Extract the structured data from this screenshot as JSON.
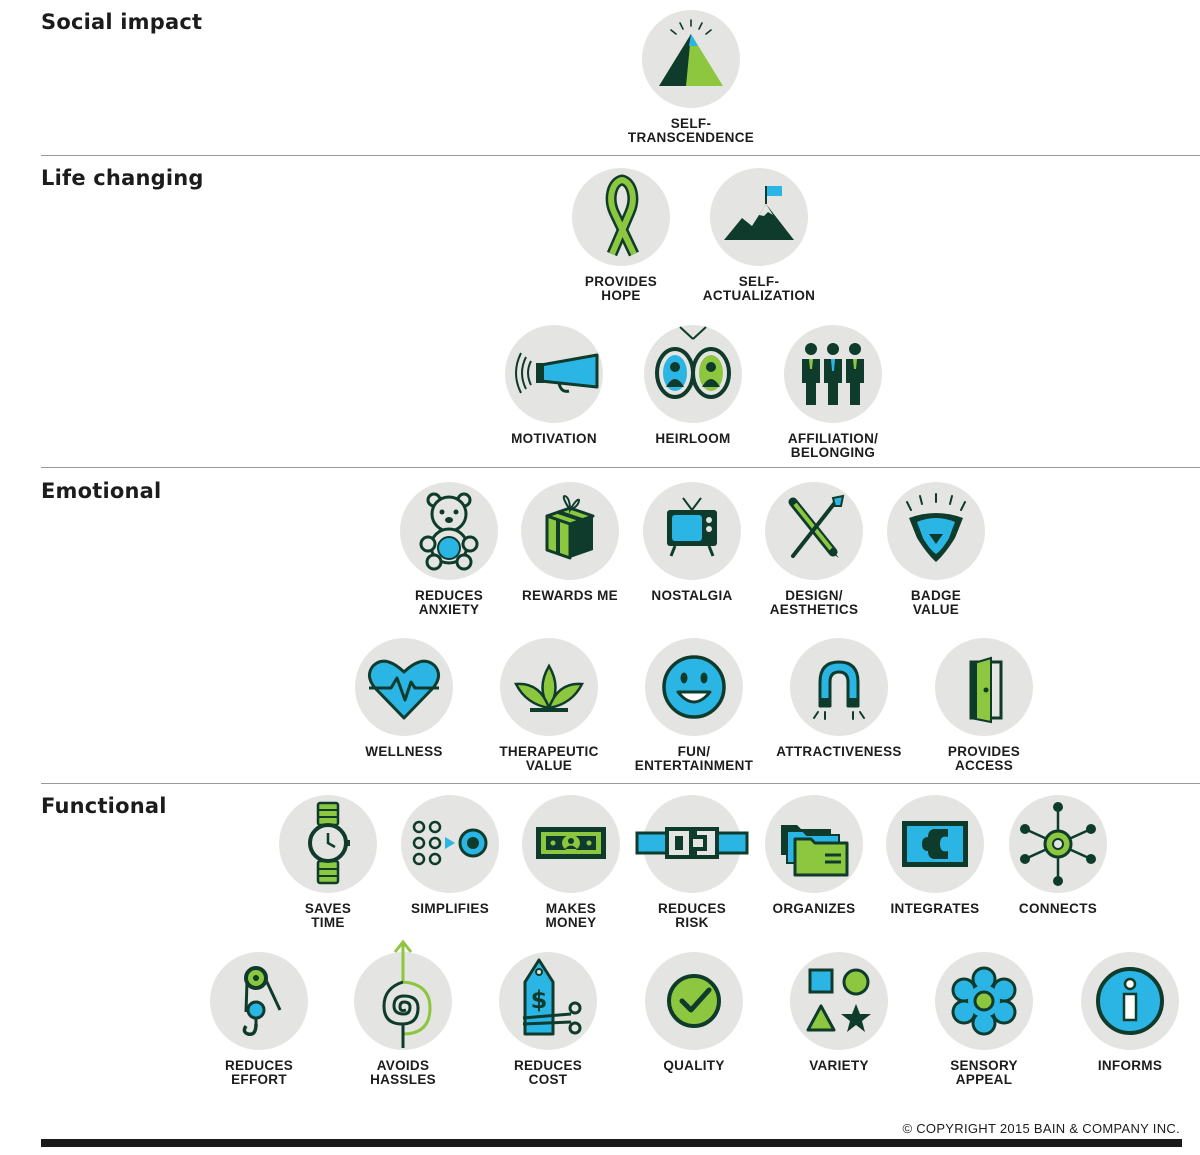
{
  "sections": {
    "social_impact": "Social impact",
    "life_changing": "Life changing",
    "emotional": "Emotional",
    "functional": "Functional"
  },
  "colors": {
    "dark_green": "#0f3b2c",
    "green": "#8dc63f",
    "blue": "#2bb5e5",
    "circle_gray": "#e4e4e2"
  },
  "items": {
    "self_transcendence": {
      "label": "SELF-\nTRANSCENDENCE",
      "icon": "pyramid-icon"
    },
    "provides_hope": {
      "label": "PROVIDES\nHOPE",
      "icon": "ribbon-icon"
    },
    "self_actualization": {
      "label": "SELF-\nACTUALIZATION",
      "icon": "mountain-flag-icon"
    },
    "motivation": {
      "label": "MOTIVATION",
      "icon": "megaphone-icon"
    },
    "heirloom": {
      "label": "HEIRLOOM",
      "icon": "portrait-frames-icon"
    },
    "affiliation": {
      "label": "AFFILIATION/\nBELONGING",
      "icon": "people-group-icon"
    },
    "reduces_anxiety": {
      "label": "REDUCES\nANXIETY",
      "icon": "teddy-bear-icon"
    },
    "rewards_me": {
      "label": "REWARDS ME",
      "icon": "gift-box-icon"
    },
    "nostalgia": {
      "label": "NOSTALGIA",
      "icon": "retro-tv-icon"
    },
    "design_aesthetics": {
      "label": "DESIGN/\nAESTHETICS",
      "icon": "pencil-brush-icon"
    },
    "badge_value": {
      "label": "BADGE\nVALUE",
      "icon": "badge-icon"
    },
    "wellness": {
      "label": "WELLNESS",
      "icon": "heartbeat-icon"
    },
    "therapeutic_value": {
      "label": "THERAPEUTIC\nVALUE",
      "icon": "leaves-icon"
    },
    "fun_entertainment": {
      "label": "FUN/\nENTERTAINMENT",
      "icon": "smiley-icon"
    },
    "attractiveness": {
      "label": "ATTRACTIVENESS",
      "icon": "magnet-icon"
    },
    "provides_access": {
      "label": "PROVIDES\nACCESS",
      "icon": "open-door-icon"
    },
    "saves_time": {
      "label": "SAVES\nTIME",
      "icon": "wristwatch-icon"
    },
    "simplifies": {
      "label": "SIMPLIFIES",
      "icon": "dots-to-target-icon"
    },
    "makes_money": {
      "label": "MAKES\nMONEY",
      "icon": "banknote-icon"
    },
    "reduces_risk": {
      "label": "REDUCES\nRISK",
      "icon": "seatbelt-icon"
    },
    "organizes": {
      "label": "ORGANIZES",
      "icon": "folders-icon"
    },
    "integrates": {
      "label": "INTEGRATES",
      "icon": "puzzle-piece-icon"
    },
    "connects": {
      "label": "CONNECTS",
      "icon": "network-hub-icon"
    },
    "reduces_effort": {
      "label": "REDUCES\nEFFORT",
      "icon": "pulley-hook-icon"
    },
    "avoids_hassles": {
      "label": "AVOIDS\nHASSLES",
      "icon": "tangled-arrow-icon"
    },
    "reduces_cost": {
      "label": "REDUCES\nCOST",
      "icon": "price-tag-scissors-icon"
    },
    "quality": {
      "label": "QUALITY",
      "icon": "checkmark-icon"
    },
    "variety": {
      "label": "VARIETY",
      "icon": "shapes-icon"
    },
    "sensory_appeal": {
      "label": "SENSORY\nAPPEAL",
      "icon": "flower-icon"
    },
    "informs": {
      "label": "INFORMS",
      "icon": "info-icon"
    }
  },
  "copyright": "© COPYRIGHT 2015 BAIN & COMPANY INC."
}
